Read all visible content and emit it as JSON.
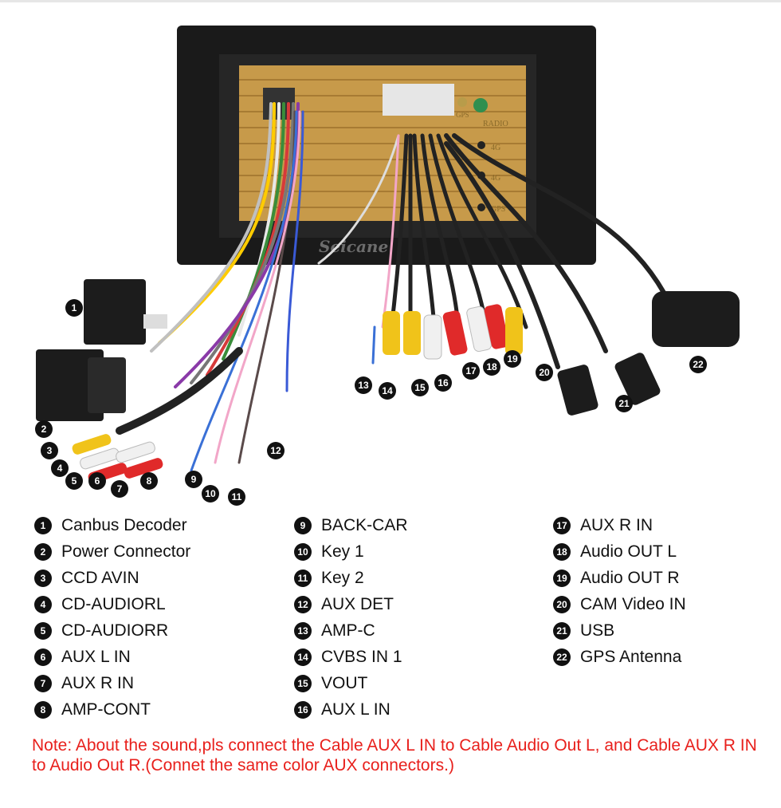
{
  "brand_watermark": "Seicane",
  "radio_labels": [
    "GPS",
    "RADIO",
    "4G",
    "4G",
    "GPS"
  ],
  "legend": [
    {
      "num": "1",
      "label": "Canbus Decoder"
    },
    {
      "num": "2",
      "label": "Power Connector"
    },
    {
      "num": "3",
      "label": "CCD AVIN"
    },
    {
      "num": "4",
      "label": "CD-AUDIORL"
    },
    {
      "num": "5",
      "label": "CD-AUDIORR"
    },
    {
      "num": "6",
      "label": "AUX L IN"
    },
    {
      "num": "7",
      "label": "AUX R IN"
    },
    {
      "num": "8",
      "label": "AMP-CONT"
    },
    {
      "num": "9",
      "label": "BACK-CAR"
    },
    {
      "num": "10",
      "label": "Key 1"
    },
    {
      "num": "11",
      "label": "Key 2"
    },
    {
      "num": "12",
      "label": "AUX DET"
    },
    {
      "num": "13",
      "label": "AMP-C"
    },
    {
      "num": "14",
      "label": "CVBS IN 1"
    },
    {
      "num": "15",
      "label": "VOUT"
    },
    {
      "num": "16",
      "label": "AUX L IN"
    },
    {
      "num": "17",
      "label": "AUX R IN"
    },
    {
      "num": "18",
      "label": "Audio OUT L"
    },
    {
      "num": "19",
      "label": "Audio OUT R"
    },
    {
      "num": "20",
      "label": "CAM Video IN"
    },
    {
      "num": "21",
      "label": "USB"
    },
    {
      "num": "22",
      "label": "GPS Antenna"
    }
  ],
  "note": "Note: About the sound,pls connect the Cable AUX L IN to Cable Audio Out L, and Cable AUX R IN to  Audio Out R.(Connet the same color AUX connectors.)",
  "colors": {
    "note": "#e8201c",
    "badge": "#111111",
    "housing": "#1a1a1a",
    "board": "#c79a4a"
  }
}
